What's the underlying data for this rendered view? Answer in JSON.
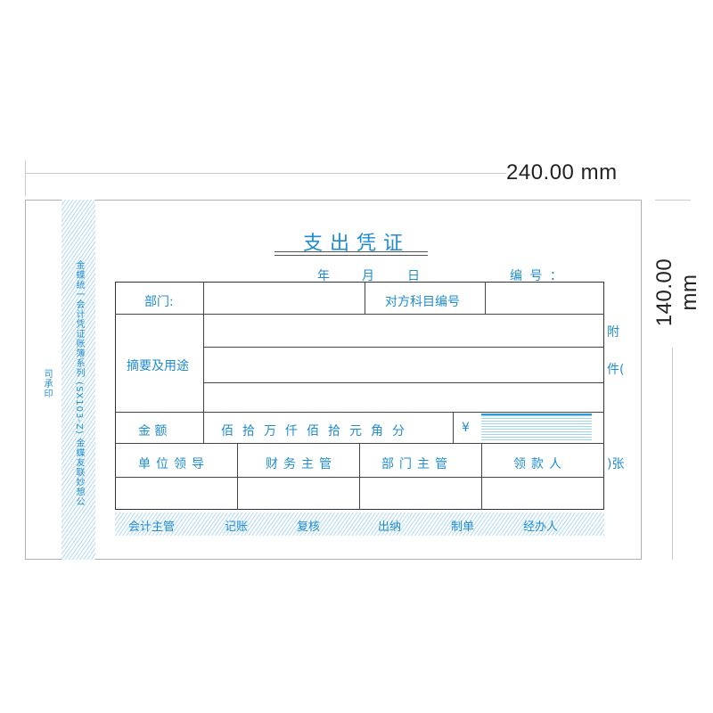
{
  "dimensions": {
    "width_label": "240.00 mm",
    "height_label": "140.00 mm"
  },
  "voucher": {
    "title": "支出凭证",
    "date": {
      "year": "年",
      "month": "月",
      "day": "日"
    },
    "number_label": "编 号 ：",
    "spine_text": "金蝶统一会计凭证账簿系列 (SX103-Z) 金蝶友联妙想公司承印",
    "department_label": "部门:",
    "account_code_label": "对方科目编号",
    "summary_label": "摘要及用途",
    "amount_label": "金  额",
    "money_units": [
      "佰",
      "拾",
      "万",
      "仟",
      "佰",
      "拾",
      "元",
      "角",
      "分"
    ],
    "currency_symbol": "¥",
    "approvals": [
      "单位领导",
      "财务主管",
      "部门主管",
      "领款人"
    ],
    "attachment": {
      "fu": "附",
      "jian": "件(",
      "zhang": ")张"
    },
    "footer": [
      "会计主管",
      "记账",
      "复核",
      "出纳",
      "制单",
      "经办人"
    ]
  },
  "colors": {
    "accent": "#1f8ccf",
    "line": "#444444"
  }
}
